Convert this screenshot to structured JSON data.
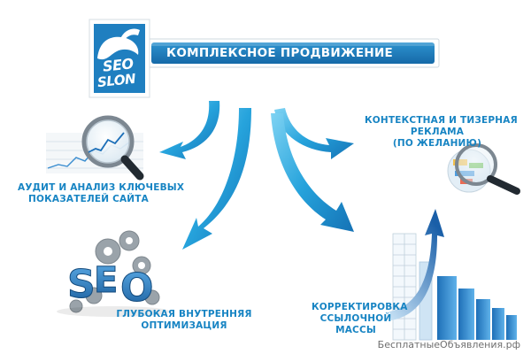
{
  "banner": {
    "title": "КОМПЛЕКСНОЕ ПРОДВИЖЕНИЕ"
  },
  "logo": {
    "line1": "SEO",
    "line2": "SLON"
  },
  "items": [
    {
      "line1": "АУДИТ И АНАЛИЗ КЛЮЧЕВЫХ",
      "line2": "ПОКАЗАТЕЛЕЙ САЙТА"
    },
    {
      "line1": "КОНТЕКСТНАЯ И ТИЗЕРНАЯ",
      "line2": "РЕКЛАМА",
      "line3": "(ПО ЖЕЛАНИЮ)"
    },
    {
      "line1": "ГЛУБОКАЯ ВНУТРЕННЯЯ",
      "line2": "ОПТИМИЗАЦИЯ"
    },
    {
      "line1": "КОРРЕКТИРОВКА",
      "line2": "ССЫЛОЧНОЙ",
      "line3": "МАССЫ"
    }
  ],
  "watermark": "БесплатныеОбъявления.рф",
  "colors": {
    "brand": "#1784c3",
    "arrow": "#2aa6dd",
    "banner": "#1f7fc0"
  }
}
